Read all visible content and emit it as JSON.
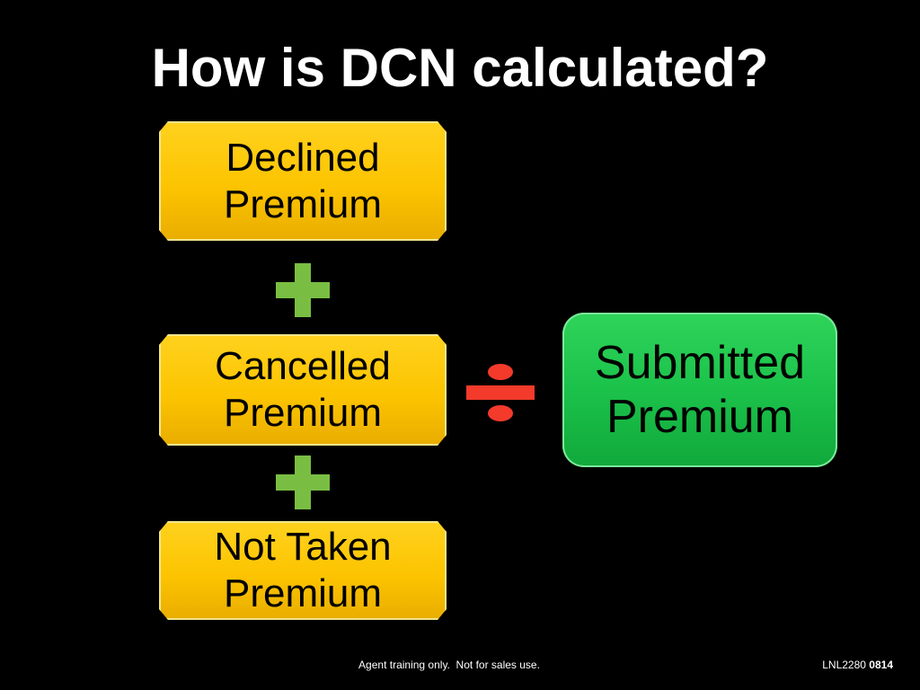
{
  "slide": {
    "title": "How is DCN calculated?"
  },
  "diagram": {
    "numerator_items": [
      {
        "label": "Declined\nPremium"
      },
      {
        "label": "Cancelled\nPremium"
      },
      {
        "label": "Not Taken\nPremium"
      }
    ],
    "denominator": {
      "label": "Submitted\nPremium"
    },
    "operators": {
      "plus_1": "plus-icon",
      "plus_2": "plus-icon",
      "divide": "divide-icon"
    },
    "colors": {
      "background": "#000000",
      "numerator_box": "#fcc400",
      "denominator_box": "#1bc24a",
      "plus": "#79be43",
      "divide": "#f33a2b"
    }
  },
  "footer": {
    "disclaimer": "Agent training only.  Not for sales use.",
    "code_prefix": "LNL2280",
    "code_number": "0814"
  }
}
